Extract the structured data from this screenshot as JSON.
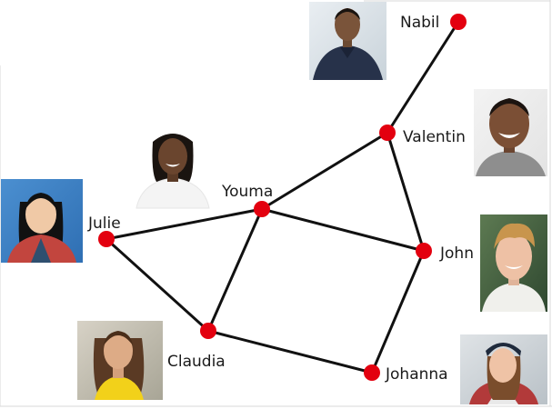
{
  "graph": {
    "nodes": [
      {
        "id": "nabil",
        "label": "Nabil",
        "photo": "young man with short hair in a navy shirt"
      },
      {
        "id": "valentin",
        "label": "Valentin",
        "photo": "smiling young man in a grey t-shirt"
      },
      {
        "id": "john",
        "label": "John",
        "photo": "young man with curly blond hair"
      },
      {
        "id": "johanna",
        "label": "Johanna",
        "photo": "young woman wearing a backward cap"
      },
      {
        "id": "claudia",
        "label": "Claudia",
        "photo": "young woman with long brown hair in a yellow top"
      },
      {
        "id": "julie",
        "label": "Julie",
        "photo": "young woman with black hair in a plaid shirt"
      },
      {
        "id": "youma",
        "label": "Youma",
        "photo": "young woman with braided hair in a white top"
      }
    ],
    "edges": [
      [
        "nabil",
        "valentin"
      ],
      [
        "valentin",
        "youma"
      ],
      [
        "valentin",
        "john"
      ],
      [
        "youma",
        "julie"
      ],
      [
        "youma",
        "john"
      ],
      [
        "youma",
        "claudia"
      ],
      [
        "julie",
        "claudia"
      ],
      [
        "claudia",
        "johanna"
      ],
      [
        "johanna",
        "john"
      ]
    ],
    "colors": {
      "node": "#e3000f",
      "edge": "#111111"
    }
  }
}
